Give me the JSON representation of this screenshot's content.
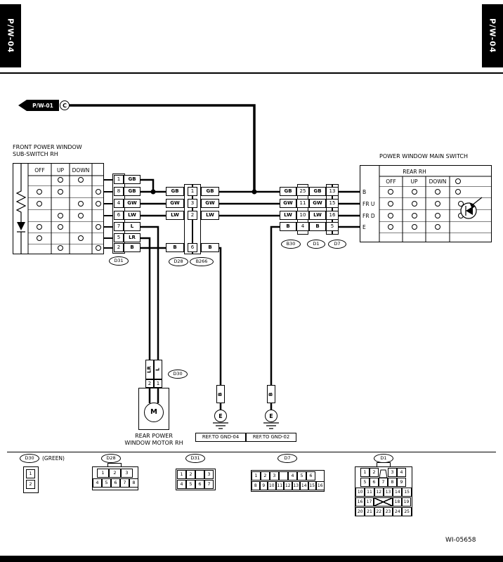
{
  "page": {
    "side_tab": "P/W-04",
    "doc_id": "WI-05658"
  },
  "flag": {
    "label": "P/W-01",
    "circle": "C"
  },
  "sub_switch": {
    "title1": "FRONT POWER WINDOW",
    "title2": "SUB-SWITCH RH",
    "col_off": "OFF",
    "col_up": "UP",
    "col_down": "DOWN"
  },
  "main_switch": {
    "title": "POWER WINDOW MAIN SWITCH",
    "header": "REAR RH",
    "col_off": "OFF",
    "col_up": "UP",
    "col_down": "DOWN",
    "row_b": "B",
    "row_fru": "FR U",
    "row_frd": "FR D",
    "row_e": "E"
  },
  "d31_conn": {
    "label": "D31",
    "pins": [
      {
        "no": "1",
        "wire": "GB"
      },
      {
        "no": "8",
        "wire": "GB"
      },
      {
        "no": "4",
        "wire": "GW"
      },
      {
        "no": "6",
        "wire": "LW"
      },
      {
        "no": "7",
        "wire": "L"
      },
      {
        "no": "5",
        "wire": "LR"
      },
      {
        "no": "2",
        "wire": "B"
      }
    ]
  },
  "mid_conn": {
    "left_label": "D28",
    "right_label": "B266",
    "rows": [
      {
        "l": "GB",
        "no": "1",
        "r": "GB"
      },
      {
        "l": "GW",
        "no": "3",
        "r": "GW"
      },
      {
        "l": "LW",
        "no": "2",
        "r": "LW"
      },
      {
        "l": "B",
        "no": "6",
        "r": "B"
      }
    ]
  },
  "right_conn": {
    "labels": [
      "B30",
      "D1",
      "D7"
    ],
    "rows": [
      {
        "w1": "GB",
        "p1": "25",
        "w2": "GB",
        "p2": "13"
      },
      {
        "w1": "GW",
        "p1": "11",
        "w2": "GW",
        "p2": "15"
      },
      {
        "w1": "LW",
        "p1": "10",
        "w2": "LW",
        "p2": "16"
      },
      {
        "w1": "B",
        "p1": "4",
        "w2": "B",
        "p2": "5"
      }
    ]
  },
  "motor": {
    "conn_label": "D30",
    "wire_left": "LR",
    "pin_left": "2",
    "wire_right": "L",
    "pin_right": "1",
    "m": "M",
    "name1": "REAR POWER",
    "name2": "WINDOW MOTOR RH"
  },
  "grounds": {
    "left_wire": "B",
    "left_sym": "E",
    "left_ref": "REF.TO GND-04",
    "right_wire": "B",
    "right_sym": "E",
    "right_ref": "REF.TO GND-02"
  },
  "pinouts": {
    "d30": {
      "label": "D30",
      "note": "(GREEN)",
      "p1": "1",
      "p2": "2"
    },
    "d28": {
      "label": "D28",
      "row1": [
        "1",
        "2",
        "3"
      ],
      "row2": [
        "4",
        "5",
        "6",
        "7",
        "8"
      ]
    },
    "d31": {
      "label": "D31",
      "row1": [
        "1",
        "2",
        "3"
      ],
      "row2": [
        "4",
        "5",
        "6",
        "7"
      ]
    },
    "d7": {
      "label": "D7",
      "row1": [
        "1",
        "2",
        "3",
        "4",
        "5",
        "6"
      ],
      "row2": [
        "8",
        "9",
        "10",
        "11",
        "12",
        "13",
        "14",
        "15",
        "16"
      ]
    },
    "d1": {
      "label": "D1",
      "row1": [
        "1",
        "2",
        "3",
        "4"
      ],
      "row2": [
        "5",
        "6",
        "7",
        "8",
        "9"
      ],
      "row3": [
        "10",
        "11",
        "12",
        "13",
        "14",
        "15"
      ],
      "row4": [
        "16",
        "17",
        "18",
        "19"
      ],
      "row5": [
        "20",
        "21",
        "22",
        "23",
        "24",
        "25"
      ]
    }
  }
}
